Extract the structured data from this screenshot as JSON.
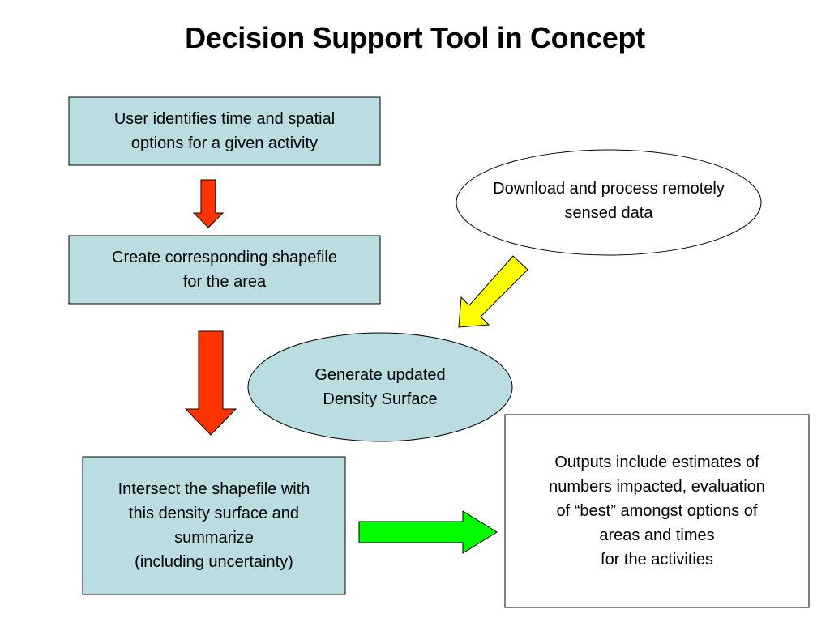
{
  "title": "Decision Support Tool in Concept",
  "nodes": {
    "user_identifies": "User identifies time and spatial\noptions for a given activity",
    "create_shapefile": "Create corresponding shapefile\nfor the area",
    "download_process": "Download and process remotely\nsensed data",
    "generate_density": "Generate updated\nDensity Surface",
    "intersect": "Intersect the shapefile with\nthis density surface and\nsummarize\n(including uncertainty)",
    "outputs": "Outputs include estimates of\nnumbers impacted, evaluation\nof “best” amongst options of\nareas and times\nfor the activities"
  },
  "colors": {
    "box_fill": "#b9dde1",
    "arrow_red": "#ff3300",
    "arrow_yellow": "#ffff00",
    "arrow_green": "#00ff00",
    "stroke": "#000000"
  }
}
